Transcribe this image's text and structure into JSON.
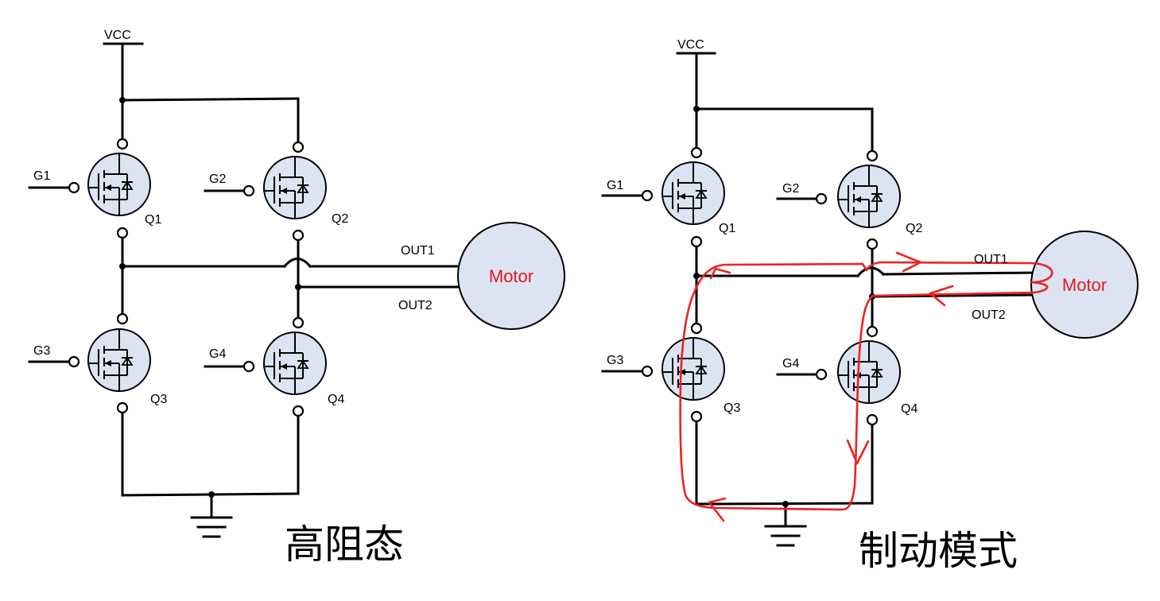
{
  "left_diagram": {
    "title": "高阻态",
    "vcc_label": "VCC",
    "transistors": [
      {
        "name": "Q1",
        "gate": "G1"
      },
      {
        "name": "Q2",
        "gate": "G2"
      },
      {
        "name": "Q3",
        "gate": "G3"
      },
      {
        "name": "Q4",
        "gate": "G4"
      }
    ],
    "out1_label": "OUT1",
    "out2_label": "OUT2",
    "motor_label": "Motor"
  },
  "right_diagram": {
    "title": "制动模式",
    "vcc_label": "VCC",
    "transistors": [
      {
        "name": "Q1",
        "gate": "G1"
      },
      {
        "name": "Q2",
        "gate": "G2"
      },
      {
        "name": "Q3",
        "gate": "G3"
      },
      {
        "name": "Q4",
        "gate": "G4"
      }
    ],
    "out1_label": "OUT1",
    "out2_label": "OUT2",
    "motor_label": "Motor"
  },
  "colors": {
    "transistor_fill": "#dce3f2",
    "motor_fill": "#dce3f2",
    "motor_text": "#e01b1b",
    "current_path": "#ee2222"
  }
}
